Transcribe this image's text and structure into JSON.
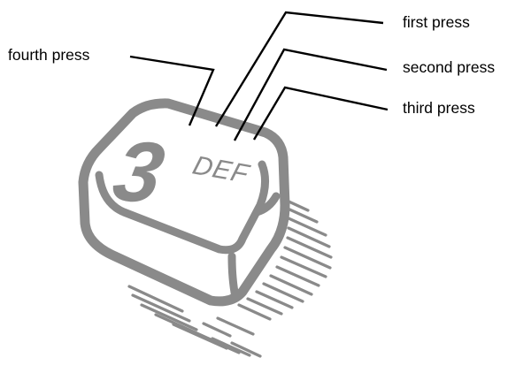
{
  "key": {
    "digit": "3",
    "letters": "DEF"
  },
  "callouts": [
    {
      "id": "first",
      "label": "first press"
    },
    {
      "id": "second",
      "label": "second press"
    },
    {
      "id": "third",
      "label": "third press"
    },
    {
      "id": "fourth",
      "label": "fourth press"
    }
  ],
  "colors": {
    "key_stroke": "#8a8a8a",
    "leader_lines": "#000000",
    "label_text": "#000000",
    "background": "#ffffff"
  }
}
